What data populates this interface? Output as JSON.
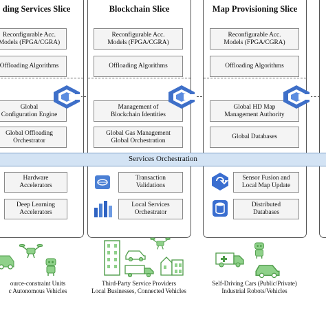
{
  "slices": [
    {
      "title": "ding Services Slice",
      "upper_boxes": [
        "Reconfigurable Acc.\nModels (FPGA/CGRA)",
        "Offloading Algorithms"
      ],
      "lower_boxes": [
        "Global\nConfiguration Engine",
        "Global Offloading\nOrchestrator"
      ],
      "edge_boxes": [
        "Hardware\nAccelerators",
        "Deep Learning\nAccelerators"
      ]
    },
    {
      "title": "Blockchain Slice",
      "upper_boxes": [
        "Reconfigurable Acc.\nModels (FPGA/CGRA)",
        "Offloading Algorithms"
      ],
      "lower_boxes": [
        "Management of\nBlockchain Identities",
        "Global Gas Management\nGlobal Orchestration"
      ],
      "edge_boxes": [
        "Transaction\nValidations",
        "Local Services\nOrchestrator"
      ]
    },
    {
      "title": "Map Provisioning Slice",
      "upper_boxes": [
        "Reconfigurable Acc.\nModels (FPGA/CGRA)",
        "Offloading Algorithms"
      ],
      "lower_boxes": [
        "Global HD Map\nManagement Authority",
        "Global Databases"
      ],
      "edge_boxes": [
        "Sensor Fusion and\nLocal Map Update",
        "Distributed\nDatabases"
      ]
    }
  ],
  "orchestration_label": "Services Orchestration",
  "captions": [
    "ource-constraint Units\nc Autonomous Vehicles",
    "Third-Party Service Providers\nLocal Businesses, Connected Vehicles",
    "Self-Driving Cars (Public/Private)\nIndustrial Robots/Vehicles"
  ],
  "colors": {
    "orchestration_band": "#d3e3f4",
    "cloud_icon": "#3e6fc8",
    "device_icons": "#8fd18a",
    "box_fill": "#f4f4f4"
  },
  "icons": [
    "cloud-stack-icon",
    "storage-icon",
    "gpu-icon",
    "bar-chart-icon",
    "database-icon",
    "drone-icon",
    "robot-icon",
    "vehicle-icon",
    "building-icon",
    "car-icon",
    "truck-icon",
    "ambulance-icon"
  ]
}
